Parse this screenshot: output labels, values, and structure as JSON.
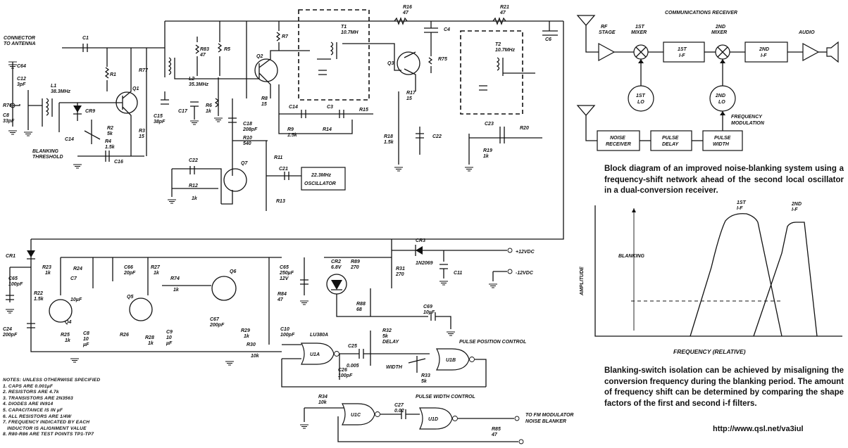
{
  "schematic": {
    "connector_label": [
      "CONNECTOR",
      "TO ANTENNA"
    ],
    "components": {
      "c64": "C64",
      "c12": [
        "C12",
        "3pF"
      ],
      "r76": "R76",
      "c8": [
        "C8",
        "33pF"
      ],
      "l1": [
        "L1",
        "38.3MHz"
      ],
      "cr9": "CR9",
      "c14a": "C14",
      "blanking": [
        "BLANKING",
        "THRESHOLD"
      ],
      "r2": [
        "R2",
        "5k"
      ],
      "r4": [
        "R4",
        "1.5k"
      ],
      "c16": "C16",
      "c1": "C1",
      "r1": "R1",
      "r77": "R77",
      "q1": "Q1",
      "r3": [
        "R3",
        "15"
      ],
      "c15": [
        "C15",
        "38pF"
      ],
      "l2": [
        "L2",
        "35.3MHz"
      ],
      "r83": [
        "R83",
        "47"
      ],
      "r5": "R5",
      "c17": "C17",
      "r6": [
        "R6",
        "1k"
      ],
      "q2": "Q2",
      "r7": "R7",
      "r8": [
        "R8",
        "15"
      ],
      "c18": [
        "C18",
        "208pF"
      ],
      "r10": [
        "R10",
        "540"
      ],
      "c14b": "C14",
      "r9": [
        "R9",
        "1.5k"
      ],
      "c3": "C3",
      "r14": "R14",
      "r15": "R15",
      "t1": [
        "T1",
        "10.7MH"
      ],
      "r16": [
        "R16",
        "47"
      ],
      "c4": "C4",
      "q3": "Q3",
      "r75": "R75",
      "r17": [
        "R17",
        "15"
      ],
      "r18": [
        "R18",
        "1.5k"
      ],
      "c22a": "C22",
      "t2": [
        "T2",
        "10.7MHz"
      ],
      "r21": [
        "R21",
        "47"
      ],
      "c6": "C6",
      "c23": "C23",
      "r20": "R20",
      "r19": [
        "R19",
        "1k"
      ],
      "c22b": "C22",
      "r12": [
        "R12",
        "1k"
      ],
      "q7": "Q7",
      "r11": "R11",
      "c21": "C21",
      "r13": "R13",
      "osc": [
        "22.3MHz",
        "OSCILLATOR"
      ],
      "cr1": "CR1",
      "c65a": [
        "C65",
        "100pF"
      ],
      "r23": [
        "R23",
        "1k"
      ],
      "r24": "R24",
      "c7": [
        "C7",
        "10µF"
      ],
      "c66": [
        "C66",
        "20pF"
      ],
      "r27": [
        "R27",
        "1k"
      ],
      "r74": [
        "R74",
        "1k"
      ],
      "q6": "Q6",
      "r22": [
        "R22",
        "1.5k"
      ],
      "q4": "Q4",
      "q5": "Q5",
      "c24": [
        "C24",
        "200pF"
      ],
      "r25": [
        "R25",
        "1k"
      ],
      "c8b": [
        "C8",
        "10",
        "µF"
      ],
      "r26": "R26",
      "r28": [
        "R28",
        "1k"
      ],
      "c9": [
        "C9",
        "10",
        "µF"
      ],
      "c67": [
        "C67",
        "200pF"
      ],
      "r29": [
        "R29",
        "1k"
      ],
      "r30": [
        "R30",
        "10k"
      ],
      "c65b": [
        "C65",
        "250µF",
        "12V"
      ],
      "r84": [
        "R84",
        "47"
      ],
      "c10": [
        "C10",
        "100pF"
      ],
      "cr2": [
        "CR2",
        "6.8V"
      ],
      "r89": [
        "R89",
        "270"
      ],
      "r31": [
        "R31",
        "270"
      ],
      "cr3": [
        "CR3",
        "1N2069"
      ],
      "c11": "C11",
      "r88": [
        "R88",
        "68"
      ],
      "c69": [
        "C69",
        "10µF"
      ],
      "lu380a": "LU380A",
      "u1a": "U1A",
      "c25": [
        "C25",
        "0.005"
      ],
      "r32": [
        "R32",
        "5k",
        "DELAY"
      ],
      "c26": [
        "C26",
        "100pF"
      ],
      "width": "WIDTH",
      "r33": [
        "R33",
        "5k"
      ],
      "u1b": "U1B",
      "r34": [
        "R34",
        "10k"
      ],
      "u1c": "U1C",
      "c27": [
        "C27",
        "0.02"
      ],
      "u1d": "U1D",
      "r85": [
        "R85",
        "47"
      ]
    },
    "supply_pos": "+12VDC",
    "supply_neg": "-12VDC",
    "pulse_position": "PULSE POSITION CONTROL",
    "pulse_width": "PULSE WIDTH CONTROL",
    "output_label": [
      "TO FM MODULATOR",
      "NOISE BLANKER"
    ]
  },
  "notes": {
    "title": "NOTES: UNLESS OTHERWISE SPECIFIED",
    "items": [
      "1. CAPS ARE 0.001µF",
      "2. RESISTORS ARE 4.7k",
      "3. TRANSISTORS ARE 2N3563",
      "4. DIODES ARE IN914",
      "5. CAPACITANCE IS IN µF",
      "6. ALL RESISTORS ARE 1/4W",
      "7. FREQUENCY INDICATED BY EACH",
      "   INDUCTOR IS ALIGNMENT VALUE",
      "8. R80-R86 ARE TEST POINTS TP1-TP7"
    ]
  },
  "block_diagram": {
    "title": "COMMUNICATIONS RECEIVER",
    "blocks": {
      "rf_stage": [
        "RF",
        "STAGE"
      ],
      "mixer1": [
        "1ST",
        "MIXER"
      ],
      "if1": [
        "1ST",
        "I-F"
      ],
      "mixer2": [
        "2ND",
        "MIXER"
      ],
      "if2": [
        "2ND",
        "I-F"
      ],
      "audio": "AUDIO",
      "lo1": [
        "1ST",
        "LO"
      ],
      "lo2": [
        "2ND",
        "LO"
      ],
      "freq_mod": [
        "FREQUENCY",
        "MODULATION"
      ],
      "noise_rx": [
        "NOISE",
        "RECEIVER"
      ],
      "pulse_delay": [
        "PULSE",
        "DELAY"
      ],
      "pulse_width": [
        "PULSE",
        "WIDTH"
      ]
    },
    "caption": "Block diagram of an improved noise-blanking system using a frequency-shift network ahead of the second local oscillator in a dual-conversion receiver."
  },
  "response_graph": {
    "curve1": [
      "1ST",
      "I-F"
    ],
    "curve2": [
      "2ND",
      "I-F"
    ],
    "blanking": "BLANKING",
    "ylabel": "AMPLITUDE",
    "xlabel": "FREQUENCY (RELATIVE)",
    "caption": "Blanking-switch isolation can be achieved by misaligning the conversion frequency during the blanking period. The amount of frequency shift can be determined by comparing the shape factors of the first and second i-f filters."
  },
  "source_url": "http://www.qsl.net/va3iul"
}
